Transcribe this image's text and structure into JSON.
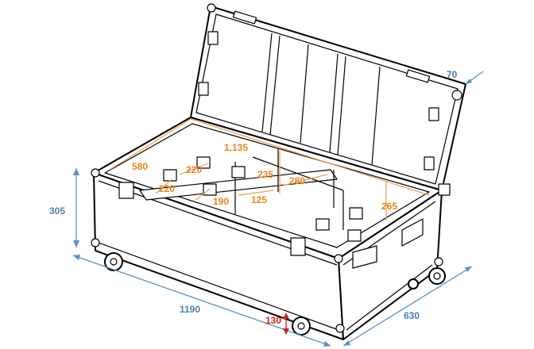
{
  "dimensions": {
    "outer_length": "1190",
    "outer_depth": "630",
    "outer_height": "305",
    "lid_depth": "70",
    "wheel_height": "130"
  },
  "interior": {
    "length": "1,135",
    "depth": "580",
    "height_left": "235",
    "height_right": "265",
    "compartment_width": "280",
    "small_bay_width": "220",
    "small_bay_depth": "220",
    "bay_190": "190",
    "bay_125": "125"
  },
  "colors": {
    "outer_dimension": "#4a7fb0",
    "inner_dimension": "#e8841a",
    "wheel_dimension": "#d42020",
    "outline": "#000000"
  }
}
